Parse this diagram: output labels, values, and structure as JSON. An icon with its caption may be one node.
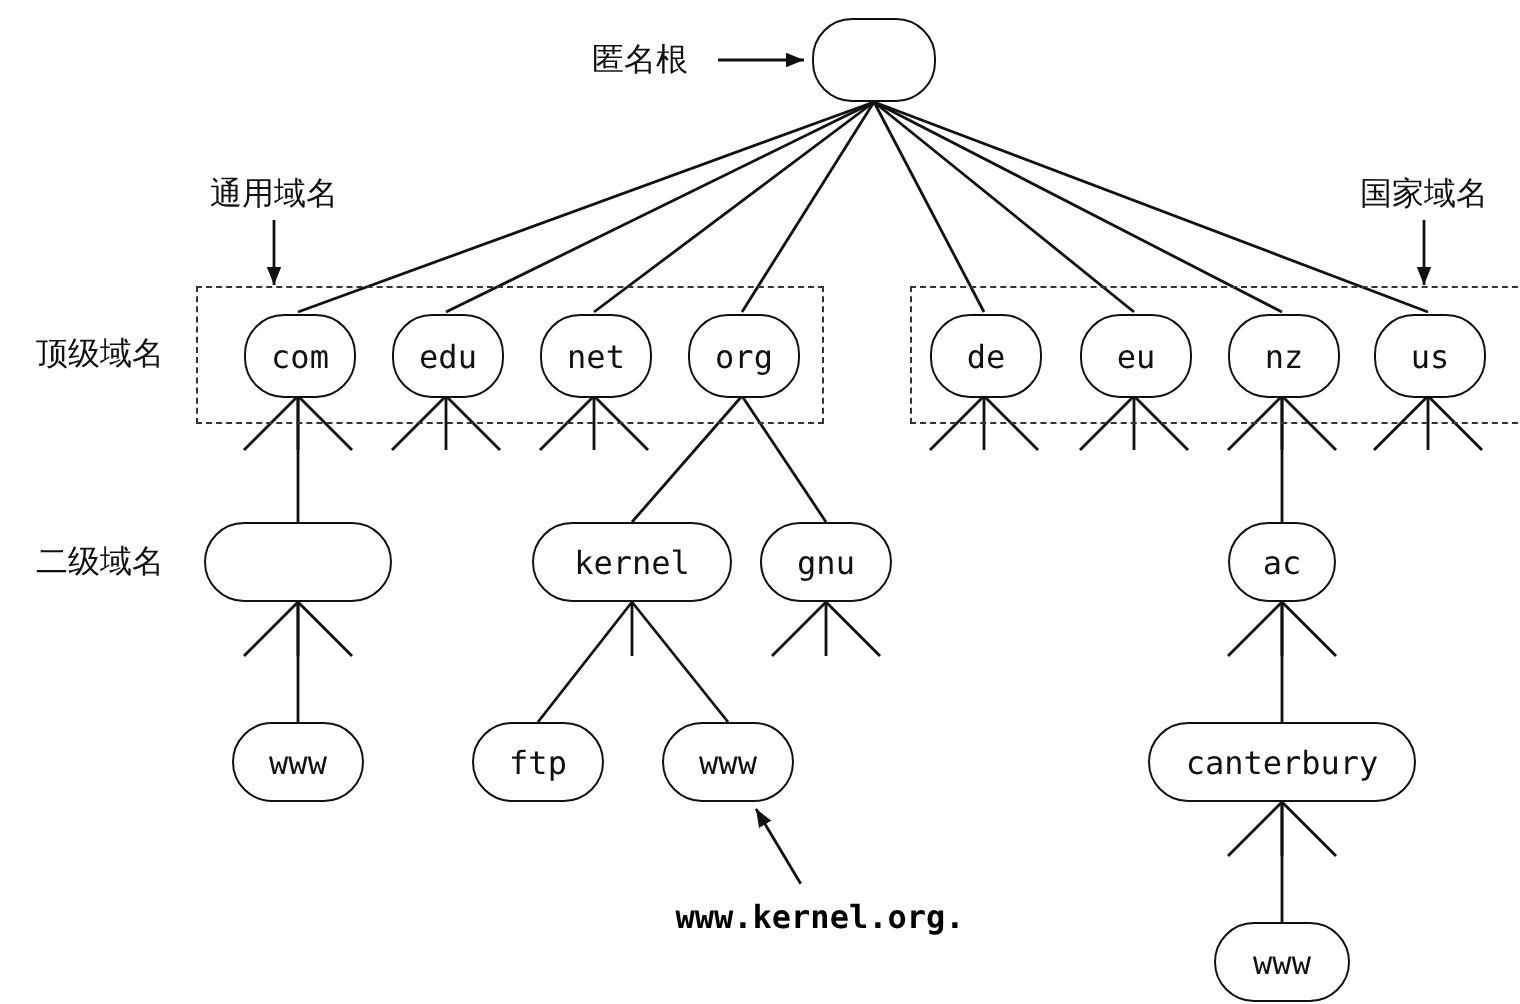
{
  "diagram": {
    "nodes": [
      {
        "text": [
          "匿名根"
        ]
      },
      {
        "text": [],
        "shape": "box"
      },
      {
        "text": [
          "通用域名"
        ]
      },
      {
        "text": [
          "国家域名"
        ]
      },
      {
        "text": [],
        "shape": "box"
      },
      {
        "text": [
          "com"
        ],
        "in": 4
      },
      {
        "text": [
          "edu"
        ],
        "in": 4
      },
      {
        "text": [
          "net"
        ],
        "in": 4
      },
      {
        "text": [
          "org"
        ],
        "in": 4
      },
      {
        "text": [],
        "shape": "box"
      },
      {
        "text": [
          "de"
        ],
        "in": 9
      },
      {
        "text": [
          "eu"
        ],
        "in": 9
      },
      {
        "text": [
          "nz"
        ],
        "in": 9
      },
      {
        "text": [
          "us"
        ],
        "in": 9
      },
      {
        "text": [],
        "shape": "box"
      },
      {
        "text": [
          "kernel"
        ]
      },
      {
        "text": [
          "gnu"
        ]
      },
      {
        "text": [
          "ac"
        ]
      },
      {
        "text": [
          "www"
        ]
      },
      {
        "text": [
          "ftp"
        ]
      },
      {
        "text": [
          "www"
        ]
      },
      {
        "text": [
          "canterbury"
        ]
      },
      {
        "text": [
          "www"
        ]
      },
      {
        "text": [
          "www.kernel.org."
        ]
      }
    ],
    "edges": [
      {
        "from": 0,
        "to": 1,
        "arrow": "to"
      },
      {
        "from": 2,
        "to": 4,
        "arrow": "to"
      },
      {
        "from": 3,
        "to": 9,
        "arrow": "to"
      },
      {
        "from": 1,
        "to": 5,
        "arrow": "none"
      },
      {
        "from": 1,
        "to": 6,
        "arrow": "none"
      },
      {
        "from": 1,
        "to": 7,
        "arrow": "none"
      },
      {
        "from": 1,
        "to": 8,
        "arrow": "none"
      },
      {
        "from": 1,
        "to": 10,
        "arrow": "none"
      },
      {
        "from": 1,
        "to": 11,
        "arrow": "none"
      },
      {
        "from": 1,
        "to": 12,
        "arrow": "none"
      },
      {
        "from": 1,
        "to": 13,
        "arrow": "none"
      },
      {
        "from": 5,
        "to": 14,
        "arrow": "none"
      },
      {
        "from": 8,
        "to": 15,
        "arrow": "none"
      },
      {
        "from": 8,
        "to": 16,
        "arrow": "none"
      },
      {
        "from": 12,
        "to": 17,
        "arrow": "none"
      },
      {
        "from": 14,
        "to": 18,
        "arrow": "none"
      },
      {
        "from": 15,
        "to": 19,
        "arrow": "none"
      },
      {
        "from": 15,
        "to": 20,
        "arrow": "none"
      },
      {
        "from": 17,
        "to": 21,
        "arrow": "none"
      },
      {
        "from": 21,
        "to": 22,
        "arrow": "none"
      },
      {
        "from": 23,
        "to": 20,
        "arrow": "to"
      }
    ],
    "labels": [
      "顶级域名",
      "二级域名"
    ]
  }
}
